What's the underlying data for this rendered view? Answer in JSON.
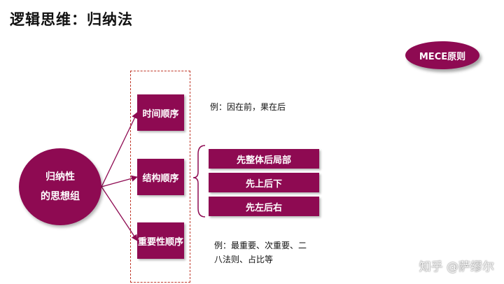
{
  "title": "逻辑思维：归纳法",
  "mece_label": "MECE原则",
  "center": {
    "line1": "归纳性",
    "line2": "的思想组"
  },
  "orders": [
    {
      "label": "时间顺序"
    },
    {
      "label": "结构顺序"
    },
    {
      "label": "重要性顺序"
    }
  ],
  "structure_items": [
    {
      "label": "先整体后局部"
    },
    {
      "label": "先上后下"
    },
    {
      "label": "先左后右"
    }
  ],
  "notes": {
    "time_example": "例：因在前，果在后",
    "importance_example_line1": "例：最重要、次重要、二",
    "importance_example_line2": "八法则、占比等"
  },
  "watermark": "知乎 @萨缪尔",
  "colors": {
    "primary": "#8e0a52",
    "dashed_border": "#c0392b"
  }
}
